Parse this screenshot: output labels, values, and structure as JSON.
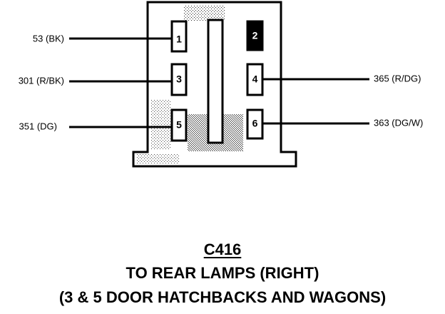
{
  "connector": {
    "id": "C416",
    "caption_line_1": "TO REAR LAMPS (RIGHT)",
    "caption_line_2": "(3 & 5 DOOR HATCHBACKS AND WAGONS)"
  },
  "pins": [
    {
      "number": "1",
      "wire": "53 (BK)",
      "side": "left",
      "filled": false
    },
    {
      "number": "2",
      "wire": "",
      "side": "right",
      "filled": true
    },
    {
      "number": "3",
      "wire": "301 (R/BK)",
      "side": "left",
      "filled": false
    },
    {
      "number": "4",
      "wire": "365 (R/DG)",
      "side": "right",
      "filled": false
    },
    {
      "number": "5",
      "wire": "351 (DG)",
      "side": "left",
      "filled": false
    },
    {
      "number": "6",
      "wire": "363 (DG/W)",
      "side": "right",
      "filled": false
    }
  ]
}
